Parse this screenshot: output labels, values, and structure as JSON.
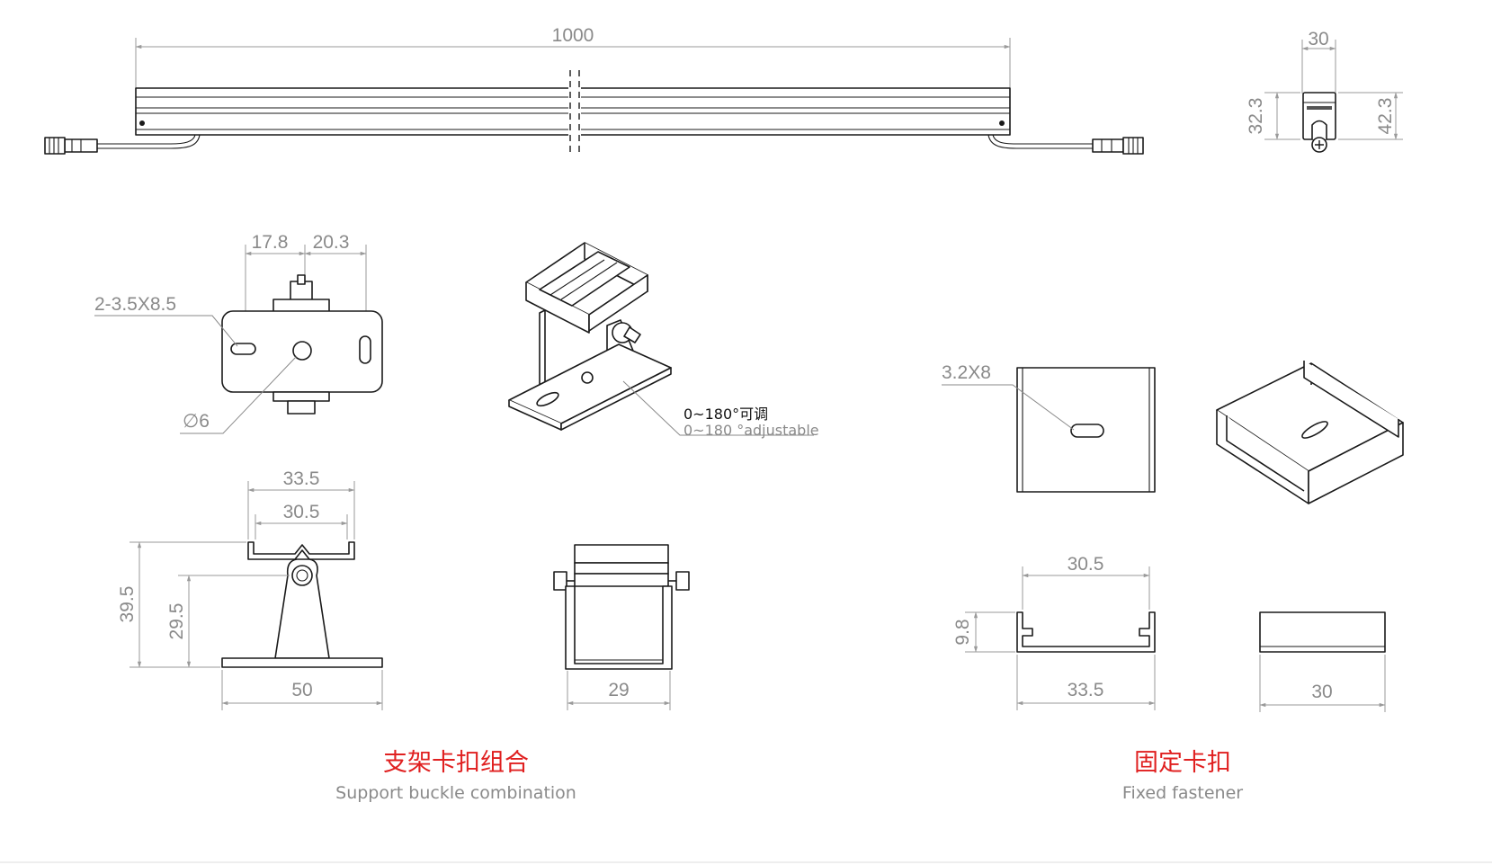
{
  "dimensions": {
    "bar_length": "1000",
    "bar_width": "30",
    "bar_height_body": "32.3",
    "bar_height_total": "42.3",
    "bracket_top_left": "17.8",
    "bracket_top_right": "20.3",
    "slot_callout": "2-3.5X8.5",
    "hole_callout": "∅6",
    "bracket_outer_width": "33.5",
    "bracket_inner_width": "30.5",
    "bracket_total_height": "39.5",
    "bracket_pivot_height": "29.5",
    "bracket_base_width": "50",
    "bracket_side_width": "29",
    "fastener_slot": "3.2X8",
    "fastener_inner": "30.5",
    "fastener_height": "9.8",
    "fastener_outer": "33.5",
    "fastener_length": "30"
  },
  "notes": {
    "angle_cn": "0~180°可调",
    "angle_en": "0~180 °adjustable"
  },
  "captions": {
    "left_cn": "支架卡扣组合",
    "left_en": "Support buckle combination",
    "right_cn": "固定卡扣",
    "right_en": "Fixed fastener"
  },
  "colors": {
    "caption_red": "#e02020",
    "dimension_gray": "#8a8a8a",
    "outline": "#1a1a1a"
  }
}
